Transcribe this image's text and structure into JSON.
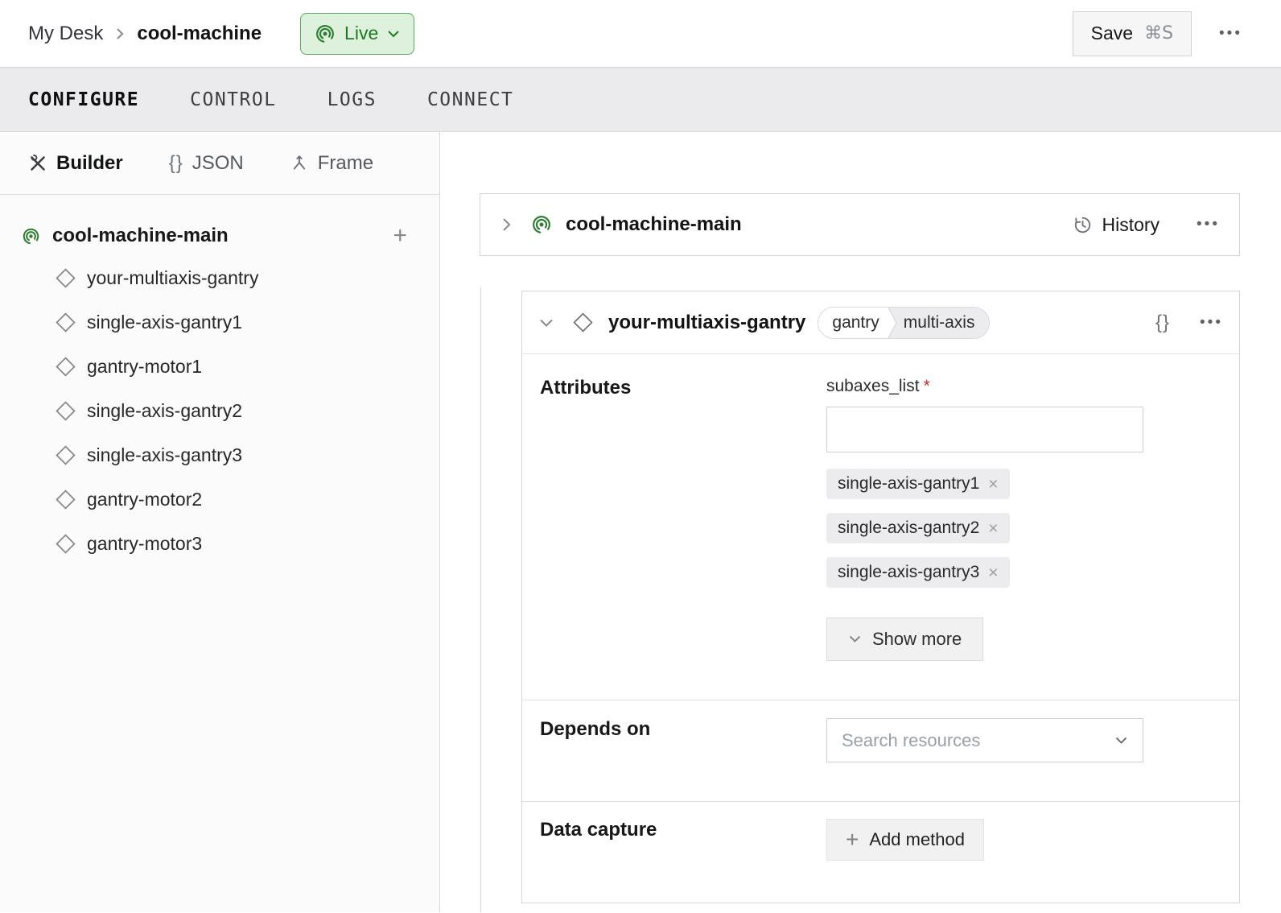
{
  "header": {
    "breadcrumb": {
      "parent": "My Desk",
      "current": "cool-machine"
    },
    "live_badge": {
      "label": "Live"
    },
    "save_button": {
      "label": "Save",
      "shortcut": "⌘S"
    },
    "menu_glyph": "•••"
  },
  "tabbar": {
    "tabs": [
      {
        "label": "CONFIGURE",
        "active": true
      },
      {
        "label": "CONTROL",
        "active": false
      },
      {
        "label": "LOGS",
        "active": false
      },
      {
        "label": "CONNECT",
        "active": false
      }
    ]
  },
  "sidebar": {
    "panel_tabs": [
      {
        "label": "Builder",
        "active": true
      },
      {
        "label": "JSON",
        "active": false
      },
      {
        "label": "Frame",
        "active": false
      }
    ],
    "braces_glyph": "{}",
    "machine": {
      "name": "cool-machine-main",
      "add_glyph": "+"
    },
    "items": [
      "your-multiaxis-gantry",
      "single-axis-gantry1",
      "gantry-motor1",
      "single-axis-gantry2",
      "single-axis-gantry3",
      "gantry-motor2",
      "gantry-motor3"
    ]
  },
  "main": {
    "machine_card": {
      "title": "cool-machine-main",
      "history_label": "History",
      "menu_glyph": "•••"
    },
    "component_card": {
      "title": "your-multiaxis-gantry",
      "tags": [
        "gantry",
        "multi-axis"
      ],
      "braces_glyph": "{}",
      "menu_glyph": "•••",
      "attributes": {
        "label": "Attributes",
        "field_label": "subaxes_list",
        "required_marker": "*",
        "input_value": "",
        "chips": [
          {
            "label": "single-axis-gantry1",
            "remove_glyph": "×"
          },
          {
            "label": "single-axis-gantry2",
            "remove_glyph": "×"
          },
          {
            "label": "single-axis-gantry3",
            "remove_glyph": "×"
          }
        ],
        "show_more_label": "Show more"
      },
      "depends_on": {
        "label": "Depends on",
        "placeholder": "Search resources"
      },
      "data_capture": {
        "label": "Data capture",
        "button_label": "Add method",
        "plus_glyph": "+"
      }
    }
  },
  "colors": {
    "accent_green": "#2e7d32",
    "live_badge_bg": "#ddf1dd",
    "live_badge_border": "#5aa95e",
    "live_badge_text": "#1f7a23",
    "required_red": "#cc2b2b",
    "border_gray": "#d5d5d7",
    "chip_bg": "#ececee"
  }
}
